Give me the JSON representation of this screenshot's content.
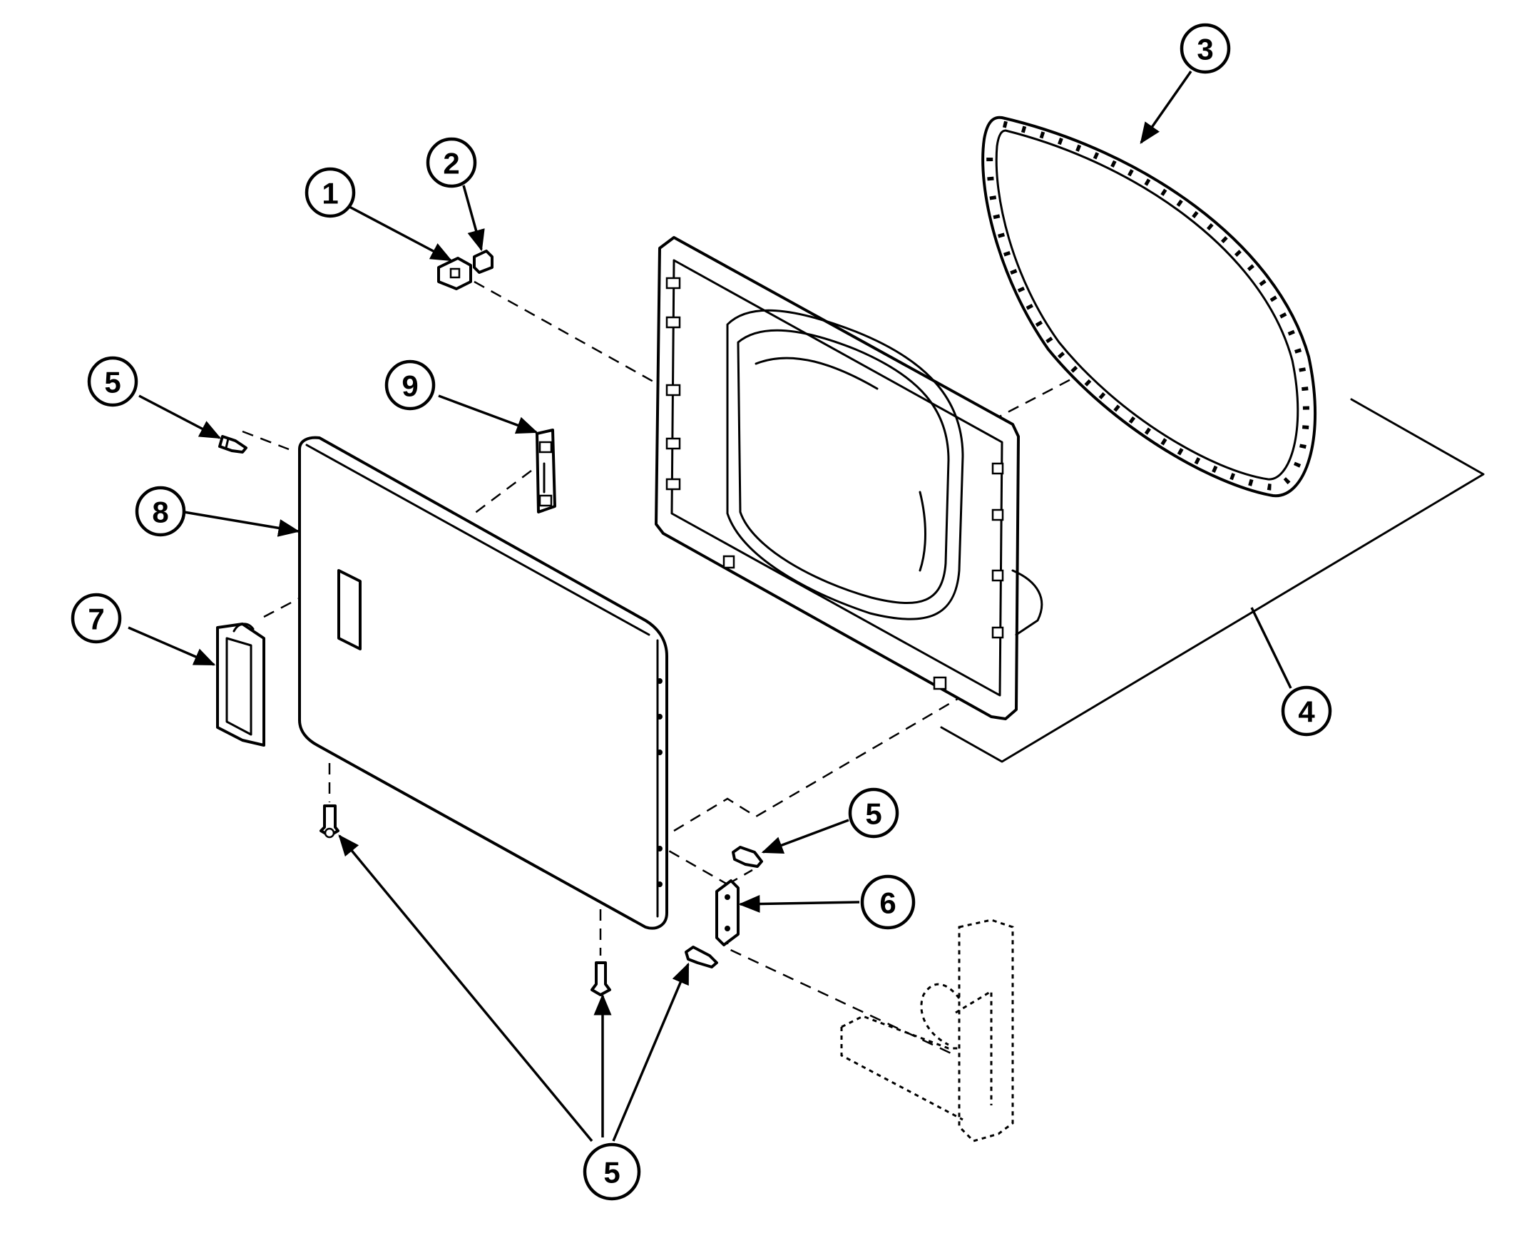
{
  "colors": {
    "ink": "#000000",
    "paper": "#ffffff"
  },
  "callouts": [
    {
      "id": "c1",
      "label": "1"
    },
    {
      "id": "c2",
      "label": "2"
    },
    {
      "id": "c3",
      "label": "3"
    },
    {
      "id": "c4",
      "label": "4"
    },
    {
      "id": "c5a",
      "label": "5"
    },
    {
      "id": "c5b",
      "label": "5"
    },
    {
      "id": "c5c",
      "label": "5"
    },
    {
      "id": "c6",
      "label": "6"
    },
    {
      "id": "c7",
      "label": "7"
    },
    {
      "id": "c8",
      "label": "8"
    },
    {
      "id": "c9",
      "label": "9"
    }
  ]
}
